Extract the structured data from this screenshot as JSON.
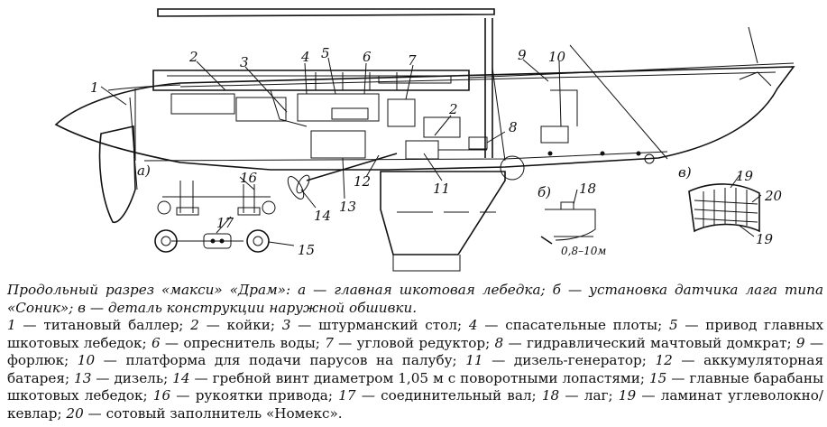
{
  "labels": {
    "n1": "1",
    "n2a": "2",
    "n2b": "2",
    "n3": "3",
    "n4": "4",
    "n5": "5",
    "n6": "6",
    "n7": "7",
    "n8": "8",
    "n9": "9",
    "n10": "10",
    "n11": "11",
    "n12": "12",
    "n13": "13",
    "n14": "14",
    "n15": "15",
    "n16": "16",
    "n17": "17",
    "n18": "18",
    "n19a": "19",
    "n19b": "19",
    "n20": "20",
    "a": "а)",
    "b": "б)",
    "v": "в)",
    "lag_dim": "0,8–10м"
  },
  "caption": {
    "title": "Продольный разрез «макси» «Драм»: а — главная шкотовая лебедка; б — установка датчика лага типа «Соник»; в — деталь конструкции наружной обшивки.",
    "items": [
      {
        "num": "1",
        "text": "титановый баллер;"
      },
      {
        "num": "2",
        "text": "койки;"
      },
      {
        "num": "3",
        "text": "штурманский стол;"
      },
      {
        "num": "4",
        "text": "спасательные плоты;"
      },
      {
        "num": "5",
        "text": "привод главных шкотовых лебедок;"
      },
      {
        "num": "6",
        "text": "опреснитель воды;"
      },
      {
        "num": "7",
        "text": "угловой редуктор;"
      },
      {
        "num": "8",
        "text": "гидравлический мачтовый домкрат;"
      },
      {
        "num": "9",
        "text": "форлюк;"
      },
      {
        "num": "10",
        "text": "платформа для подачи парусов на палубу;"
      },
      {
        "num": "11",
        "text": "дизель-генератор;"
      },
      {
        "num": "12",
        "text": "аккумуляторная батарея;"
      },
      {
        "num": "13",
        "text": "дизель;"
      },
      {
        "num": "14",
        "text": "гребной винт диаметром 1,05 м с поворотными лопастями;"
      },
      {
        "num": "15",
        "text": "главные барабаны шкотовых лебедок;"
      },
      {
        "num": "16",
        "text": "рукоятки привода;"
      },
      {
        "num": "17",
        "text": "соединительный вал;"
      },
      {
        "num": "18",
        "text": "лаг;"
      },
      {
        "num": "19",
        "text": "ламинат углеволокно/кевлар;"
      },
      {
        "num": "20",
        "text": "сотовый заполнитель «Номекс»."
      }
    ]
  }
}
